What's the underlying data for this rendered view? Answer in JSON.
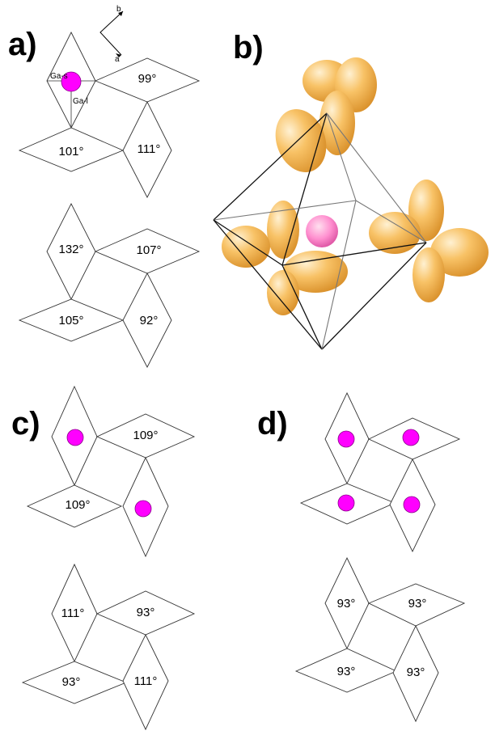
{
  "panels": {
    "a": {
      "label": "a)",
      "axes": {
        "b": "b",
        "a": "a"
      },
      "bond_labels": {
        "short": "Ga-s",
        "long": "Ga-l"
      },
      "top_group": [
        "99°",
        "101°",
        "111°"
      ],
      "bottom_group": [
        "132°",
        "107°",
        "105°",
        "92°"
      ]
    },
    "b": {
      "label": "b)"
    },
    "c": {
      "label": "c)",
      "top_group": [
        "109°",
        "109°"
      ],
      "bottom_group": [
        "111°",
        "93°",
        "93°",
        "111°"
      ]
    },
    "d": {
      "label": "d)",
      "bottom_group": [
        "93°",
        "93°",
        "93°",
        "93°"
      ]
    }
  },
  "colors": {
    "atom": "#ff00ff",
    "orbital": "#f5b445",
    "center_atom": "#ff88cc"
  }
}
